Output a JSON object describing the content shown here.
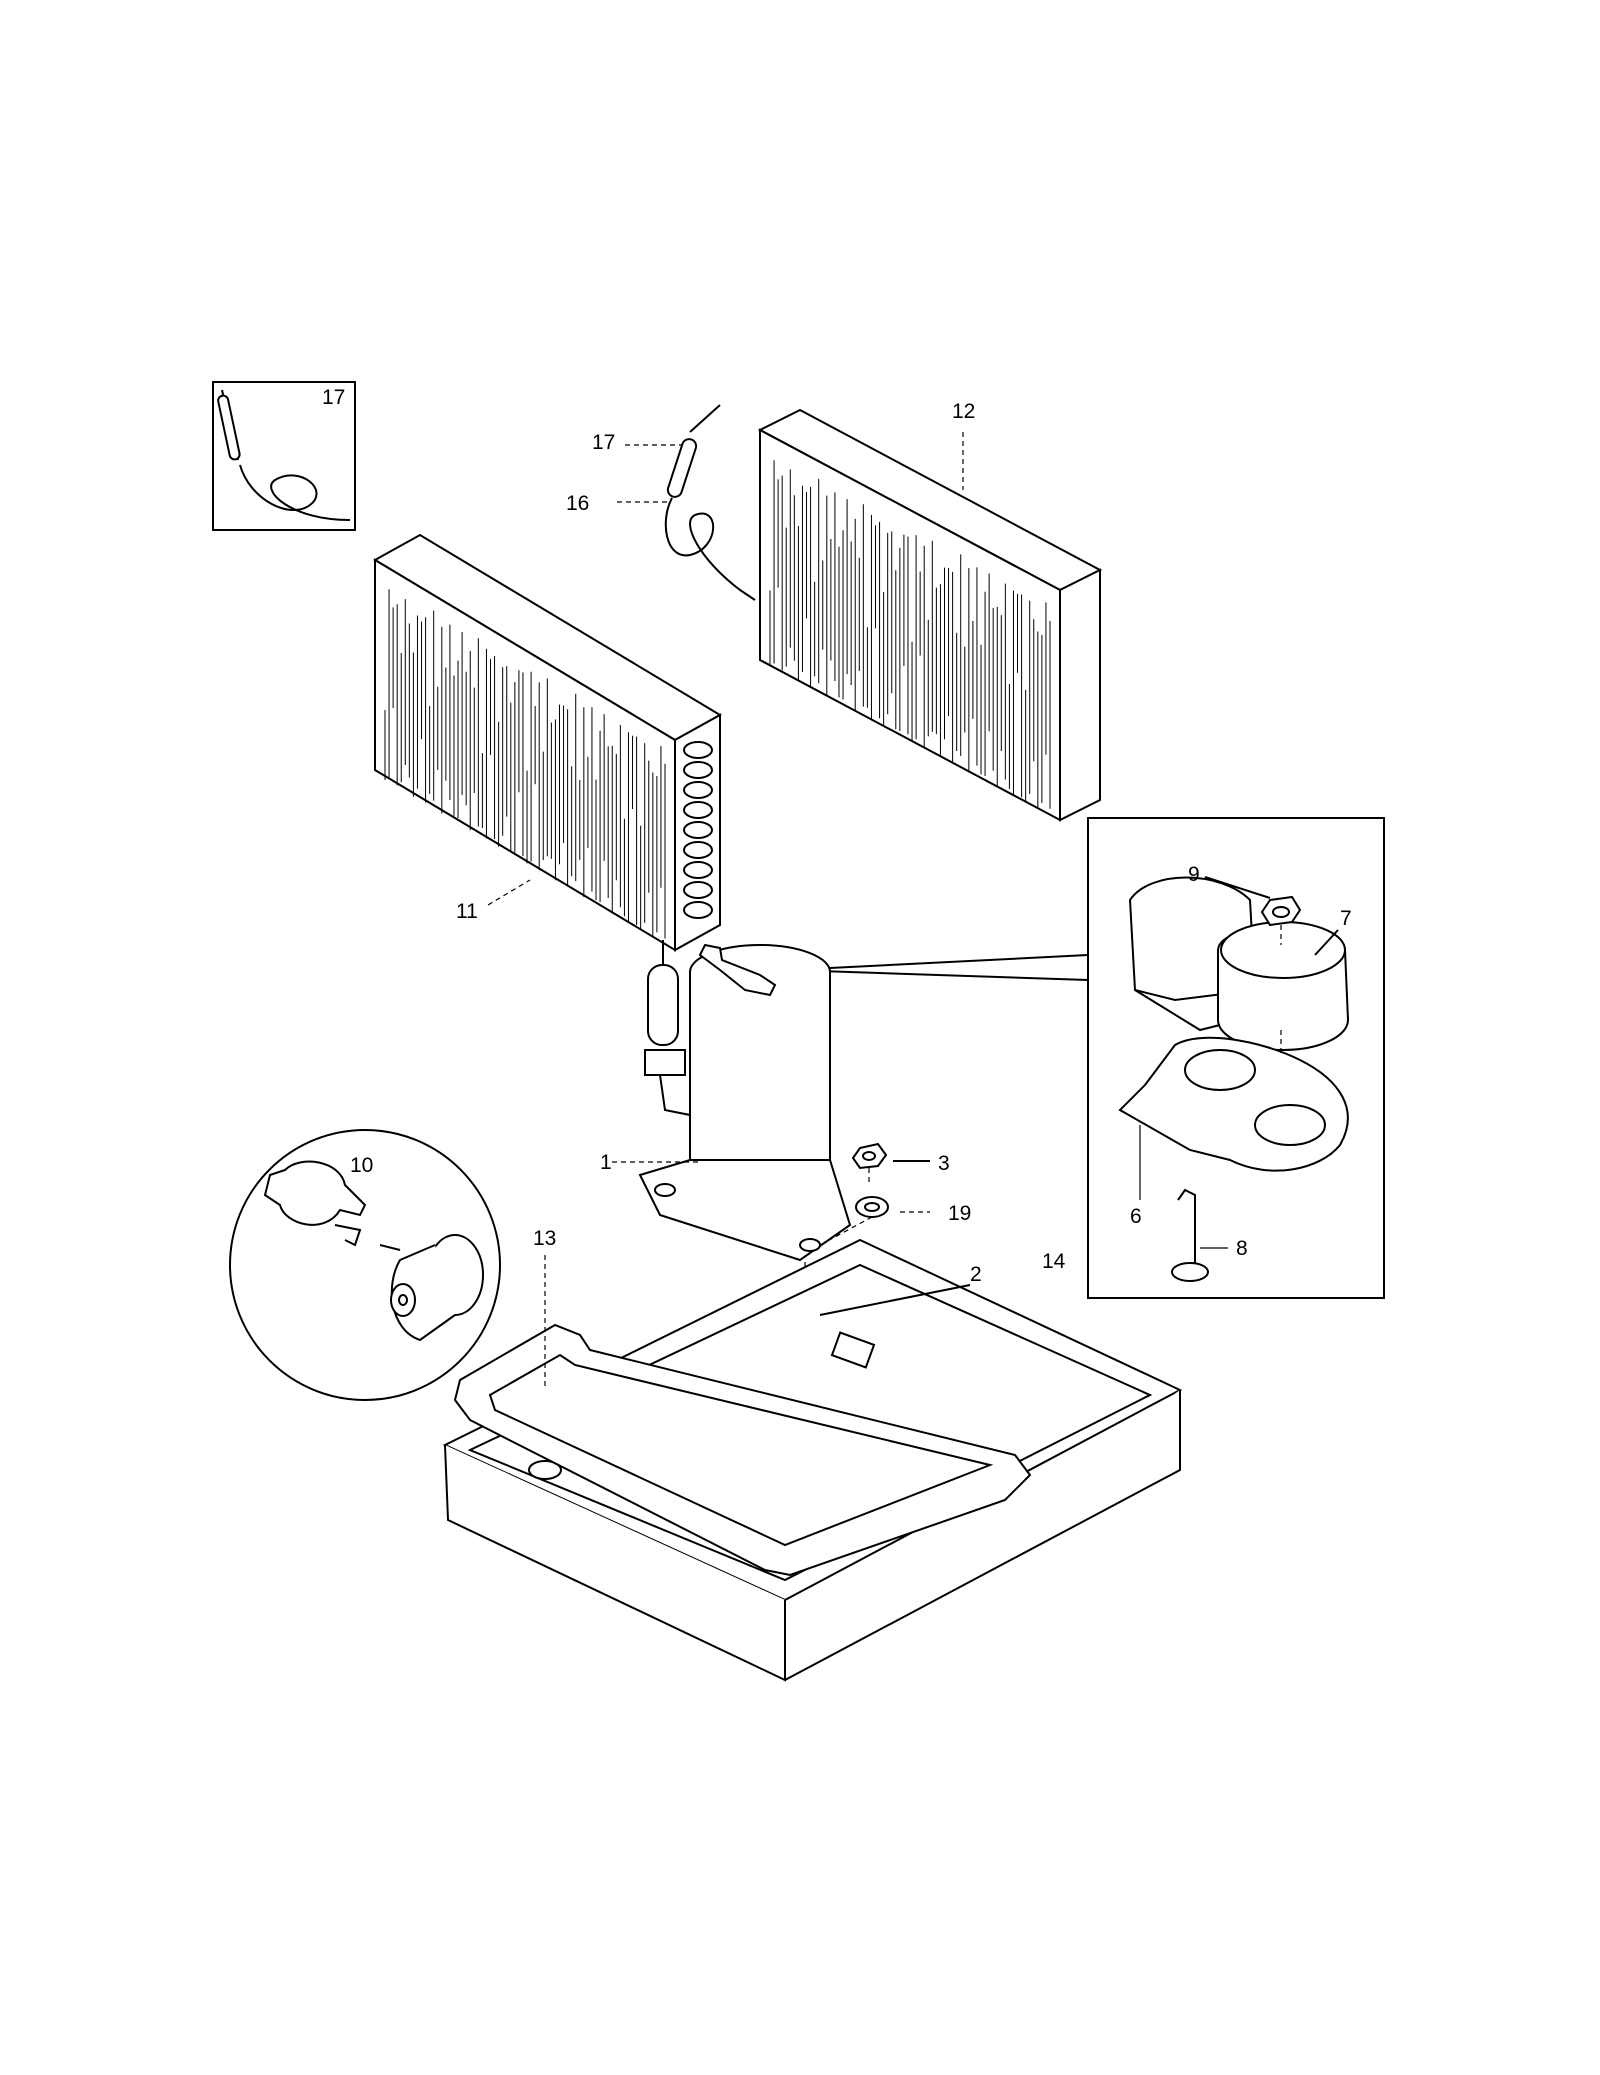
{
  "callouts": {
    "p1": "1",
    "p2": "2",
    "p3": "3",
    "p6": "6",
    "p7": "7",
    "p8": "8",
    "p9": "9",
    "p10": "10",
    "p11": "11",
    "p12": "12",
    "p13": "13",
    "p14": "14",
    "p16": "16",
    "p17_inset": "17",
    "p17": "17",
    "p19": "19"
  }
}
